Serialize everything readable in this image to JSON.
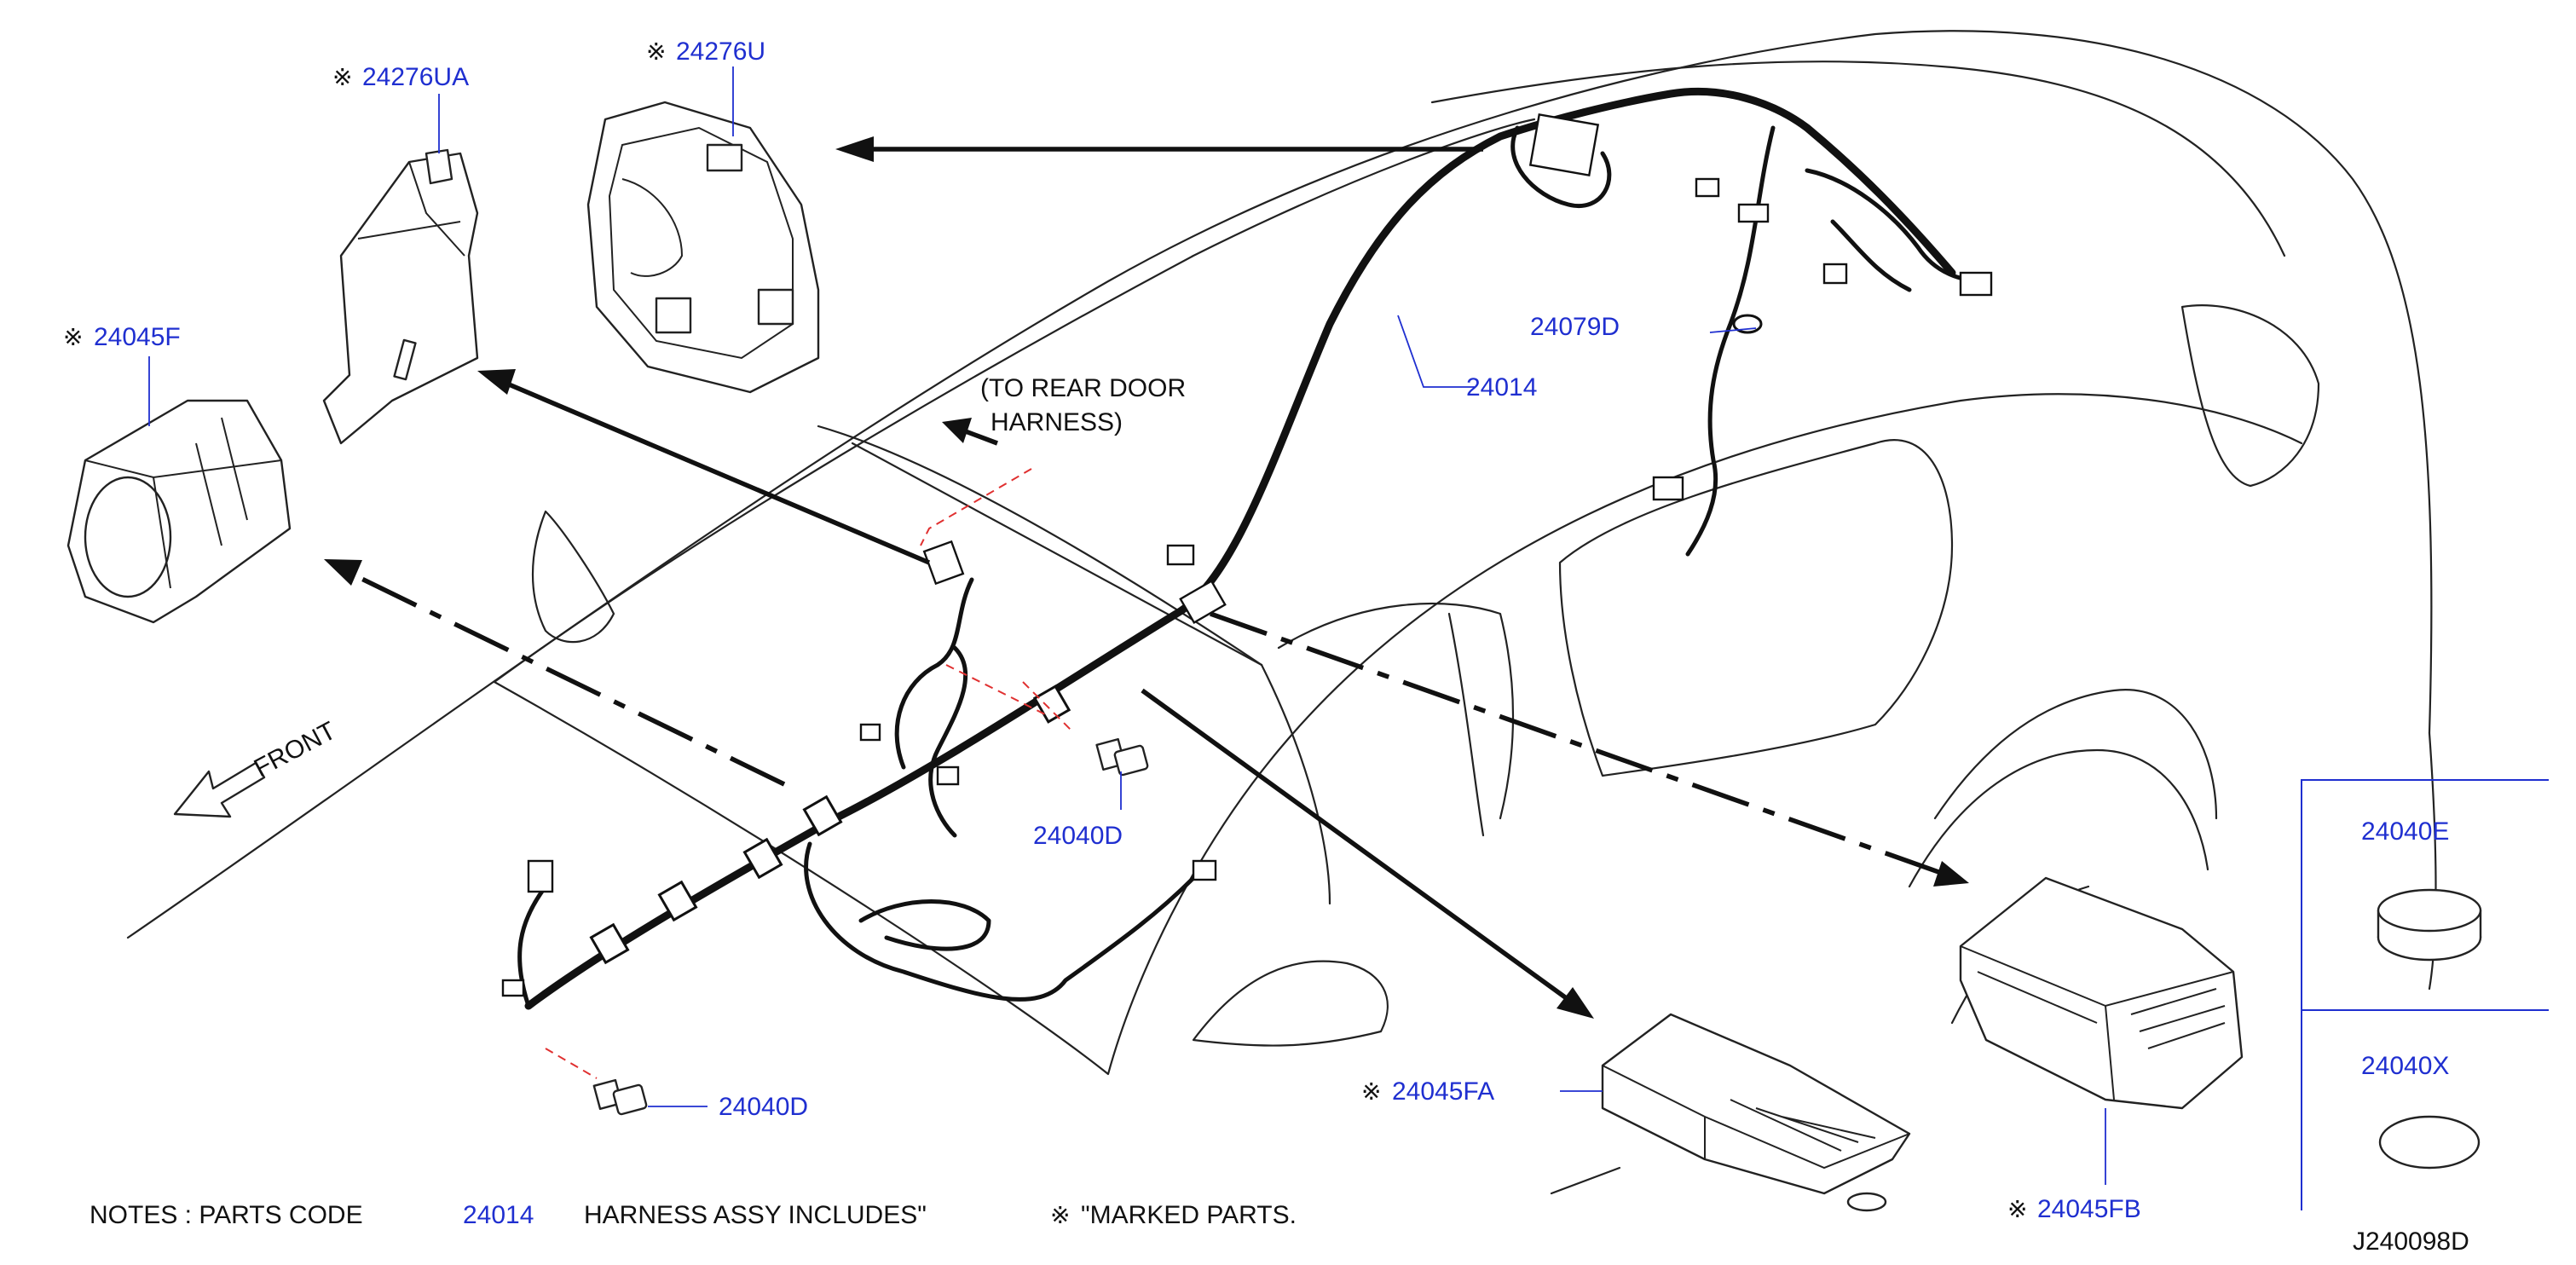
{
  "labels": {
    "p24276UA": "24276UA",
    "p24276U": "24276U",
    "p24045F": "24045F",
    "p24079D": "24079D",
    "p24014": "24014",
    "p24040D_mid": "24040D",
    "p24040D_low": "24040D",
    "p24045FA": "24045FA",
    "p24045FB": "24045FB",
    "p24040E": "24040E",
    "p24040X": "24040X"
  },
  "callouts": {
    "rear_door_line1": "(TO   REAR   DOOR",
    "rear_door_line2": "HARNESS)",
    "front": "FRONT"
  },
  "notes": {
    "prefix": "NOTES   :   PARTS   CODE",
    "code": "24014",
    "middle": "HARNESS   ASSY   INCLUDES\"",
    "suffix": "\"MARKED   PARTS."
  },
  "mark_symbol": "※",
  "diagram_id": "J240098D",
  "colors": {
    "part_number": "#1f2fd0",
    "text": "#111111",
    "alignment_dash": "#e03030"
  }
}
